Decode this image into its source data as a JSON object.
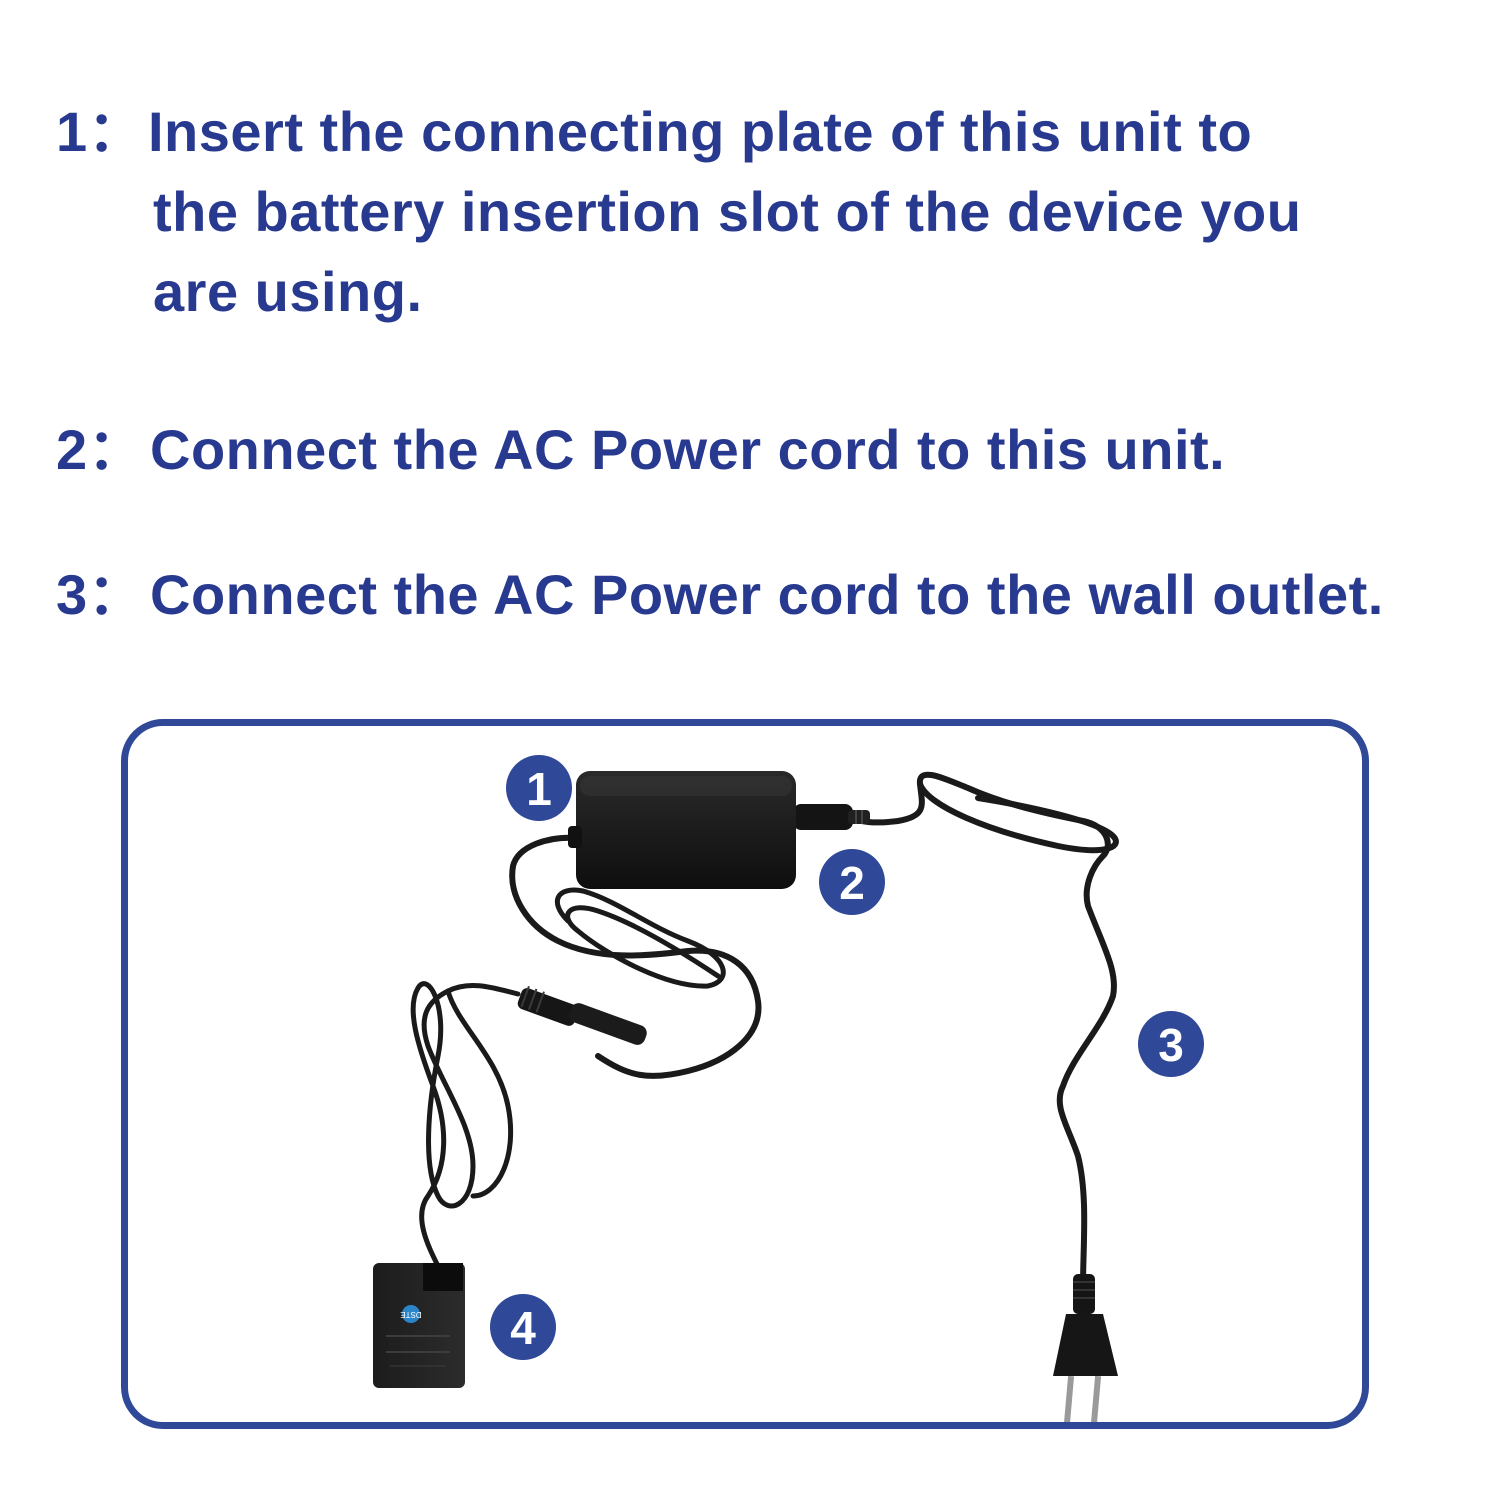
{
  "steps": [
    {
      "number": "1：",
      "lines": [
        "Insert the connecting plate of this unit to",
        "the battery insertion slot of the device you",
        "are using."
      ]
    },
    {
      "number": "2：",
      "lines": [
        "Connect the AC Power cord to this unit."
      ]
    },
    {
      "number": "3：",
      "lines": [
        "Connect the AC Power cord to the wall outlet."
      ]
    }
  ],
  "callouts": {
    "adapter": "1",
    "ac_inlet": "2",
    "wall_plug": "3",
    "battery_plate": "4"
  },
  "dummy_battery_logo": "DSTE",
  "colors": {
    "text": "#283a8f",
    "frame_border": "#2f4898",
    "badge_fill": "#2f4898",
    "device_black": "#141414"
  },
  "icons": {
    "adapter": "power-adapter-brick",
    "plug": "eu-wall-plug",
    "battery": "dummy-battery-coupler"
  }
}
